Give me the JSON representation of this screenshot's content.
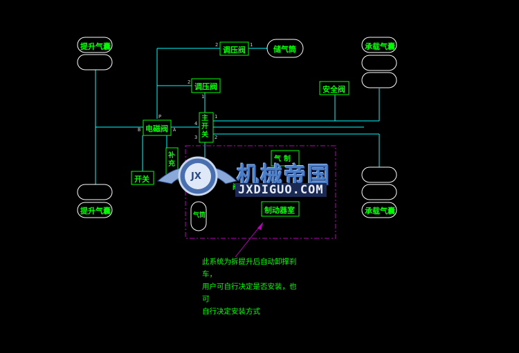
{
  "components": {
    "lift_bag_top": "提升气囊",
    "lift_bag_bottom": "提升气囊",
    "carry_bag_top": "承载气囊",
    "carry_bag_bottom": "承载气囊",
    "regulator_1": "调压阀",
    "regulator_2": "调压阀",
    "reservoir": "储气筒",
    "safety_valve": "安全阀",
    "solenoid_valve": "电磁阀",
    "main_switch_valve": "主开关",
    "switch": "开关",
    "brake_chamber": "制动器室",
    "cylinder": "气筒",
    "partial_label_1": "补充",
    "partial_label_2": "气",
    "partial_label_3": "制",
    "partial_label_4": "阀"
  },
  "ports": {
    "reg1_in": "2",
    "reg1_out": "1",
    "reg2_in": "2",
    "reg2_out": "1",
    "sol_p": "P",
    "sol_b": "B",
    "sol_a": "A",
    "main_4": "4",
    "main_1": "1",
    "main_3": "3",
    "main_2": "2"
  },
  "note": {
    "line1": "此系统为拆提升后自动卸撑刹",
    "line2": "车，",
    "line3": "用户可自行决定是否安装，也",
    "line4": "可",
    "line5": "自行决定安装方式"
  },
  "watermark": {
    "logo_text": "JX",
    "cn": "机械帝国",
    "en": "JXDIGUO.COM"
  },
  "colors": {
    "line": "#00ffff",
    "box": "#00ff00",
    "text": "#00ff00",
    "dashed": "#c000c0",
    "white_shape": "#ffffff"
  }
}
